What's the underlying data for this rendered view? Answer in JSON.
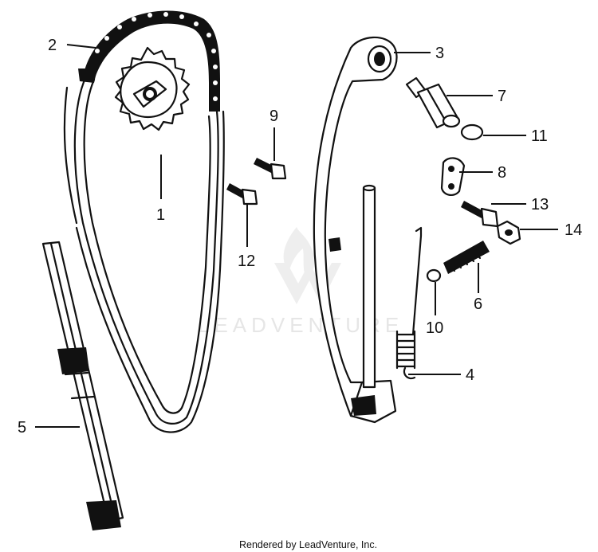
{
  "colors": {
    "ink": "#111111",
    "paper": "#ffffff",
    "watermark": "#e6e6e6"
  },
  "callouts": [
    {
      "id": "sprocket",
      "number": "1"
    },
    {
      "id": "cam-chain",
      "number": "2"
    },
    {
      "id": "tensioner-arm",
      "number": "3"
    },
    {
      "id": "tensioner-spring",
      "number": "4"
    },
    {
      "id": "chain-guide",
      "number": "5"
    },
    {
      "id": "adjuster-bolt",
      "number": "6"
    },
    {
      "id": "tensioner-plunger",
      "number": "7"
    },
    {
      "id": "set-plate",
      "number": "8"
    },
    {
      "id": "bolt-9",
      "number": "9"
    },
    {
      "id": "washer-10",
      "number": "10"
    },
    {
      "id": "washer-11",
      "number": "11"
    },
    {
      "id": "bolt-12",
      "number": "12"
    },
    {
      "id": "bolt-13",
      "number": "13"
    },
    {
      "id": "nut-14",
      "number": "14"
    }
  ],
  "watermark": {
    "logo_icon": "leadventure-flame-logo-icon",
    "text": "LEADVENTURE"
  },
  "footer": {
    "credit": "Rendered by LeadVenture, Inc."
  }
}
